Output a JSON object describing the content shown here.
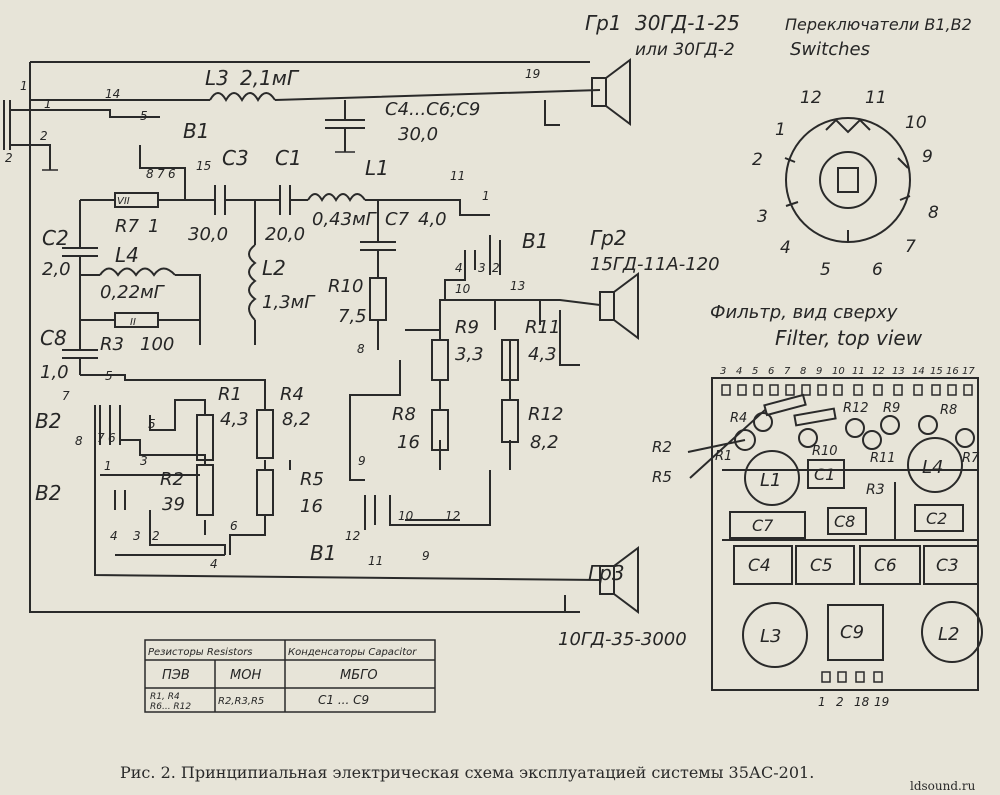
{
  "speakers": {
    "gr1": {
      "label": "Гр1",
      "model_1": "30ГД-1-25",
      "model_2": "или 30ГД-2"
    },
    "gr2": {
      "label": "Гр2",
      "model": "15ГД-11А-120"
    },
    "gr3": {
      "label": "Гр3",
      "model": "10ГД-35-3000"
    }
  },
  "switches_note": {
    "ru": "Переключатели В1,В2",
    "en": "Switches"
  },
  "components": {
    "L3": {
      "name": "L3",
      "value": "2,1мГ"
    },
    "C4C9": {
      "name": "С4...С6;С9",
      "value": "30,0"
    },
    "R7": {
      "name": "R7",
      "value": "1",
      "inner": "VII"
    },
    "C3": {
      "name": "C3",
      "value": "30,0"
    },
    "C1": {
      "name": "C1",
      "value": "20,0"
    },
    "L1": {
      "name": "L1",
      "value": "0,43мГ"
    },
    "C7": {
      "name": "С7",
      "value": "4,0"
    },
    "C2": {
      "name": "С2",
      "value": "2,0"
    },
    "L4": {
      "name": "L4",
      "value": "0,22мГ"
    },
    "L2": {
      "name": "L2",
      "value": "1,3мГ"
    },
    "R3": {
      "name": "R3",
      "value": "100",
      "inner": "II"
    },
    "R10": {
      "name": "R10",
      "value": "7,5"
    },
    "C8": {
      "name": "С8",
      "value": "1,0"
    },
    "R1": {
      "name": "R1",
      "value": "4,3"
    },
    "R4": {
      "name": "R4",
      "value": "8,2"
    },
    "R2": {
      "name": "R2",
      "value": "39"
    },
    "R5": {
      "name": "R5",
      "value": "16"
    },
    "R9": {
      "name": "R9",
      "value": "3,3"
    },
    "R8": {
      "name": "R8",
      "value": "16"
    },
    "R11": {
      "name": "R11",
      "value": "4,3"
    },
    "R12": {
      "name": "R12",
      "value": "8,2"
    }
  },
  "switch_labels": {
    "B1": "В1",
    "B2": "В2"
  },
  "nodes": {
    "n1": "1",
    "n2": "2",
    "n14": "14",
    "n5a": "5",
    "n8": "8",
    "n7": "7",
    "n6": "6",
    "n15": "15",
    "n19": "19",
    "n11": "11",
    "n1b": "1",
    "n4": "4",
    "n3": "3",
    "n2b": "2",
    "n10": "10",
    "n13": "13",
    "n8b": "8",
    "n7b": "7",
    "n5b": "5",
    "n9": "9",
    "n12": "12",
    "n11b": "11",
    "n9b": "9",
    "n10b": "10",
    "n12b": "12",
    "n4b": "4",
    "n3b": "3",
    "n2c": "2",
    "n6b": "6",
    "n4c": "4",
    "n1c": "1",
    "n3c": "3",
    "n5c": "5",
    "n8c": "8",
    "n7c": "7",
    "n6c": "6",
    "side1": "1",
    "side2": "2"
  },
  "switch_view": {
    "positions": [
      "12",
      "11",
      "10",
      "1",
      "9",
      "2",
      "8",
      "3",
      "7",
      "4",
      "5",
      "6"
    ]
  },
  "filter_view": {
    "title_ru": "Фильтр, вид сверху",
    "title_en": "Filter, top view",
    "top_pins": [
      "3",
      "4",
      "5",
      "6",
      "7",
      "8",
      "9",
      "10",
      "11",
      "12",
      "13",
      "14",
      "15",
      "16",
      "17"
    ],
    "bottom_pins": [
      "1",
      "2",
      "18",
      "19"
    ],
    "parts": [
      "R4",
      "R1",
      "R12",
      "R9",
      "R8",
      "R10",
      "R11",
      "R7",
      "L1",
      "C1",
      "L4",
      "R3",
      "C7",
      "C8",
      "C2",
      "C4",
      "C5",
      "C6",
      "C3",
      "L3",
      "C9",
      "L2"
    ],
    "leads": [
      "R2",
      "R5"
    ]
  },
  "table": {
    "header_resistors": "Резисторы Resistors",
    "header_capacitors": "Конденсаторы Capacitor",
    "row1": [
      "ПЭВ",
      "МОН",
      "МБГО"
    ],
    "row2_col1a": "R1, R4",
    "row2_col1b": "R6... R12",
    "row2_col2": "R2,R3,R5",
    "row2_col3": "С1 ... С9"
  },
  "caption": "Рис. 2. Принципиальная электрическая схема эксплуатацией системы 35АС-201.",
  "watermark": "ldsound.ru"
}
